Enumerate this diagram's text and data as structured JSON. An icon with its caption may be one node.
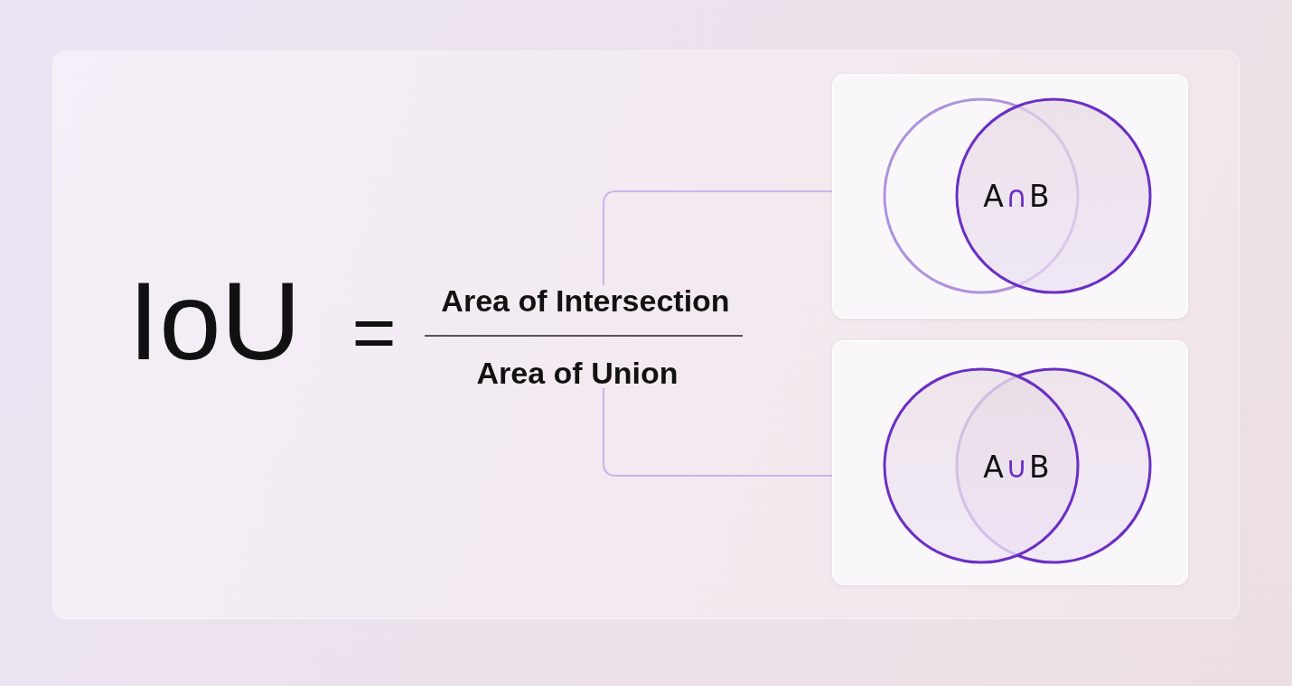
{
  "diagram": {
    "nodes": [
      {
        "text": [
          "Area of Intersection"
        ]
      },
      {
        "text": [
          "Area of Union"
        ]
      },
      {
        "text": [
          "A∩B"
        ]
      },
      {
        "text": [
          "A∪B"
        ]
      }
    ],
    "edges": [
      {
        "from": 0,
        "to": 2,
        "arrow": "none"
      },
      {
        "from": 1,
        "to": 3,
        "arrow": "none"
      }
    ],
    "labels": [
      "IoU",
      "="
    ]
  }
}
